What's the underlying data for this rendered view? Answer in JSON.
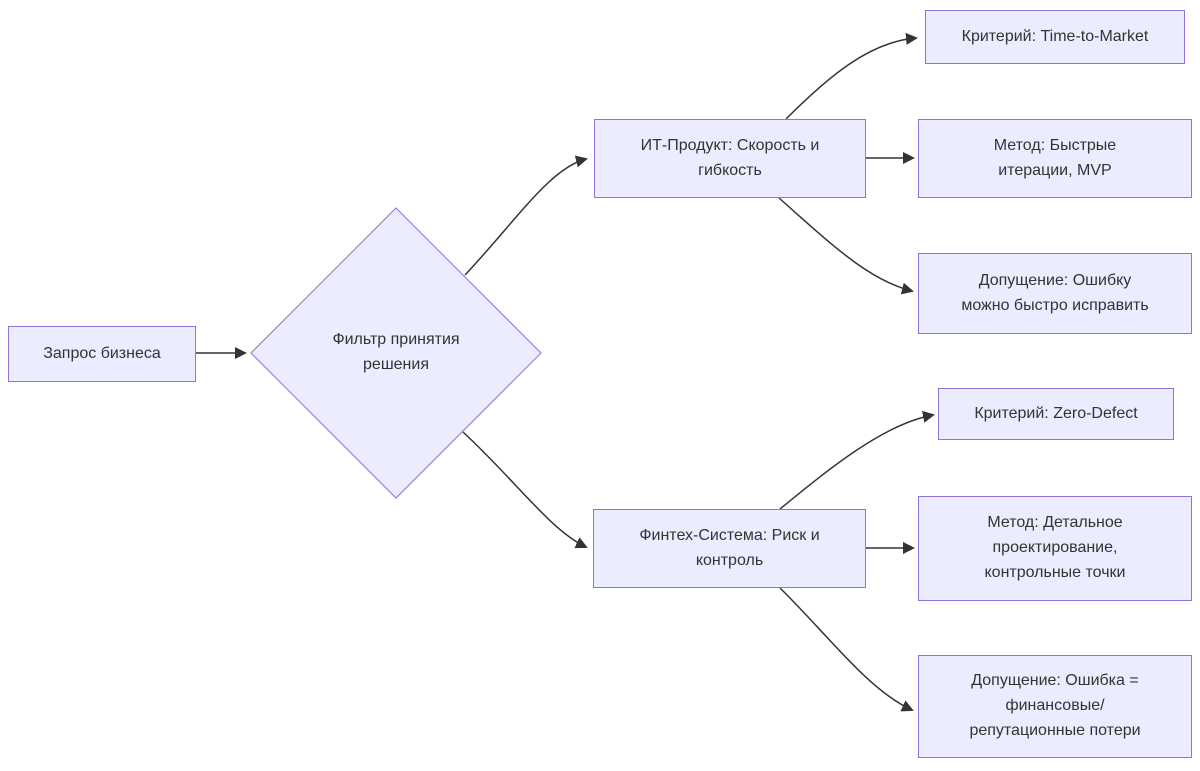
{
  "style": {
    "background": "#ffffff",
    "node_fill": "#ECECFF",
    "node_border": "#9370DB",
    "text_color": "#333333",
    "edge_color": "#333333"
  },
  "nodes": {
    "request": {
      "label": "Запрос бизнеса",
      "shape": "rectangle"
    },
    "decision": {
      "label": "Фильтр принятия\nрешения",
      "shape": "diamond"
    },
    "it_product": {
      "label": "ИТ-Продукт: Скорость и\nгибкость",
      "shape": "rectangle"
    },
    "it_criterion": {
      "label": "Критерий: Time-to-Market",
      "shape": "rectangle"
    },
    "it_method": {
      "label": "Метод: Быстрые\nитерации, MVP",
      "shape": "rectangle"
    },
    "it_assumption": {
      "label": "Допущение: Ошибку\nможно быстро исправить",
      "shape": "rectangle"
    },
    "fintech_system": {
      "label": "Финтех-Система: Риск и\nконтроль",
      "shape": "rectangle"
    },
    "fintech_criterion": {
      "label": "Критерий: Zero-Defect",
      "shape": "rectangle"
    },
    "fintech_method": {
      "label": "Метод: Детальное\nпроектирование,\nконтрольные точки",
      "shape": "rectangle"
    },
    "fintech_assumption": {
      "label": "Допущение: Ошибка =\nфинансовые/\nрепутационные потери",
      "shape": "rectangle"
    }
  },
  "edges": [
    {
      "from": "request",
      "to": "decision"
    },
    {
      "from": "decision",
      "to": "it_product"
    },
    {
      "from": "decision",
      "to": "fintech_system"
    },
    {
      "from": "it_product",
      "to": "it_criterion"
    },
    {
      "from": "it_product",
      "to": "it_method"
    },
    {
      "from": "it_product",
      "to": "it_assumption"
    },
    {
      "from": "fintech_system",
      "to": "fintech_criterion"
    },
    {
      "from": "fintech_system",
      "to": "fintech_method"
    },
    {
      "from": "fintech_system",
      "to": "fintech_assumption"
    }
  ]
}
